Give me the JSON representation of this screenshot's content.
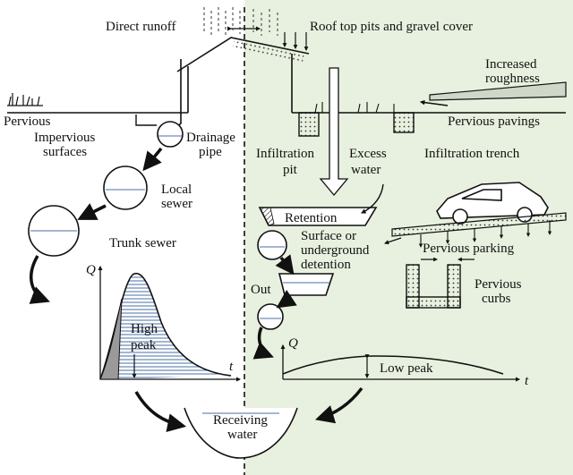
{
  "colors": {
    "right_panel": "#e8f1df",
    "ink": "#111111",
    "water_line": "#4a6fa5"
  },
  "labels": {
    "direct_runoff": "Direct runoff",
    "roof_top": "Roof top pits and gravel cover",
    "increased_roughness_1": "Increased",
    "increased_roughness_2": "roughness",
    "pervious": "Pervious",
    "pervious_pavings": "Pervious pavings",
    "impervious_1": "Impervious",
    "impervious_2": "surfaces",
    "drainage_1": "Drainage",
    "drainage_2": "pipe",
    "infiltration_pit_1": "Infiltration",
    "infiltration_pit_2": "pit",
    "excess_1": "Excess",
    "excess_2": "water",
    "infiltration_trench": "Infiltration trench",
    "local_sewer_1": "Local",
    "local_sewer_2": "sewer",
    "retention": "Retention",
    "trunk_sewer": "Trunk sewer",
    "surface_or_1": "Surface or",
    "surface_or_2": "underground",
    "surface_or_3": "detention",
    "pervious_parking": "Pervious parking",
    "out": "Out",
    "pervious_curbs_1": "Pervious",
    "pervious_curbs_2": "curbs",
    "high_1": "High",
    "high_2": "peak",
    "low_peak": "Low peak",
    "q_left": "Q",
    "t_left": "t",
    "q_right": "Q",
    "t_right": "t",
    "receiving_1": "Receiving",
    "receiving_2": "water"
  }
}
